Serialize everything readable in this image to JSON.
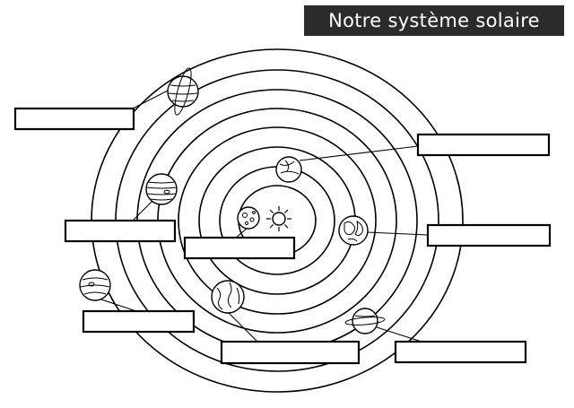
{
  "title": "Notre système solaire",
  "colors": {
    "badge_bg": "#2b2b2b",
    "badge_text": "#ffffff",
    "line": "#000000",
    "paper": "#ffffff"
  },
  "diagram": {
    "center": "sun",
    "planets": [
      "mercury",
      "venus",
      "earth",
      "mars",
      "jupiter",
      "saturn",
      "uranus",
      "neptune"
    ],
    "blank_label_count": 8
  }
}
